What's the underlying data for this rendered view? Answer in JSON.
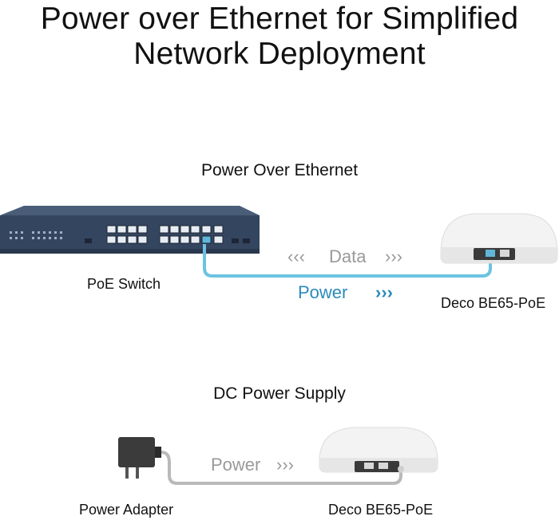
{
  "title_line1": "Power over Ethernet for Simplified",
  "title_line2": "Network Deployment",
  "poe_section": {
    "heading": "Power Over Ethernet",
    "switch_label": "PoE Switch",
    "device_label": "Deco BE65-PoE",
    "data_label": "Data",
    "power_label": "Power",
    "data_arrows": "‹‹‹",
    "data_arrows_right": "›››",
    "power_arrows": "›››",
    "power_color": "#2a8bbb"
  },
  "dc_section": {
    "heading": "DC Power Supply",
    "adapter_label": "Power Adapter",
    "device_label": "Deco BE65-PoE",
    "power_label": "Power",
    "power_arrows": "›››"
  },
  "icons": [
    "poe-switch-icon",
    "deco-device-icon",
    "power-adapter-icon",
    "ethernet-cable-icon",
    "power-cable-icon"
  ]
}
